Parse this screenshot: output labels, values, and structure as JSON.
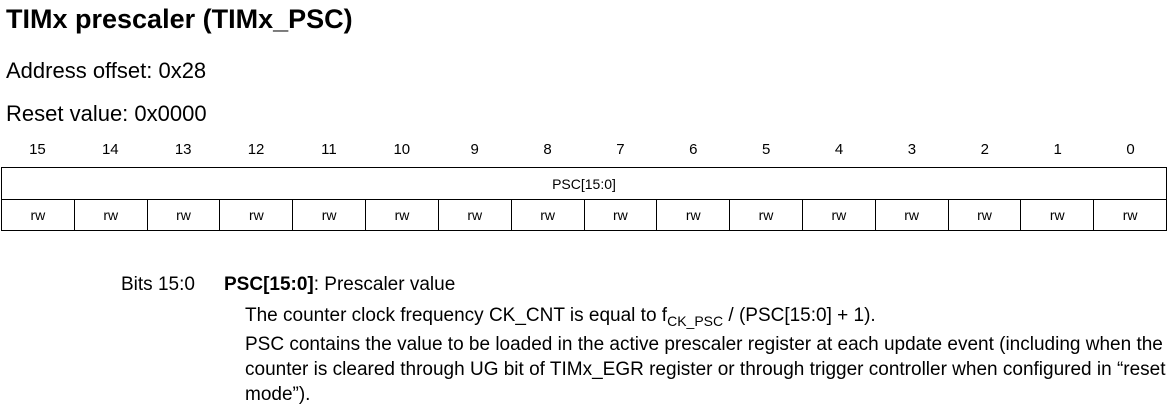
{
  "register": {
    "title": "TIMx prescaler (TIMx_PSC)",
    "address_offset": "Address offset: 0x28",
    "reset_value": "Reset value: 0x0000"
  },
  "bit_numbers": [
    "15",
    "14",
    "13",
    "12",
    "11",
    "10",
    "9",
    "8",
    "7",
    "6",
    "5",
    "4",
    "3",
    "2",
    "1",
    "0"
  ],
  "field": {
    "name": "PSC[15:0]"
  },
  "access": [
    "rw",
    "rw",
    "rw",
    "rw",
    "rw",
    "rw",
    "rw",
    "rw",
    "rw",
    "rw",
    "rw",
    "rw",
    "rw",
    "rw",
    "rw",
    "rw"
  ],
  "description": {
    "bits": "Bits 15:0",
    "field_name": "PSC[15:0]",
    "field_title": ": Prescaler value",
    "formula_prefix": "The counter clock frequency CK_CNT is equal to f",
    "formula_sub": "CK_PSC",
    "formula_suffix": " / (PSC[15:0] + 1).",
    "paragraph": "PSC contains the value to be loaded in the active prescaler register at each update event (including when the counter is cleared through UG bit of TIMx_EGR register or through trigger controller when configured in “reset mode”)."
  }
}
